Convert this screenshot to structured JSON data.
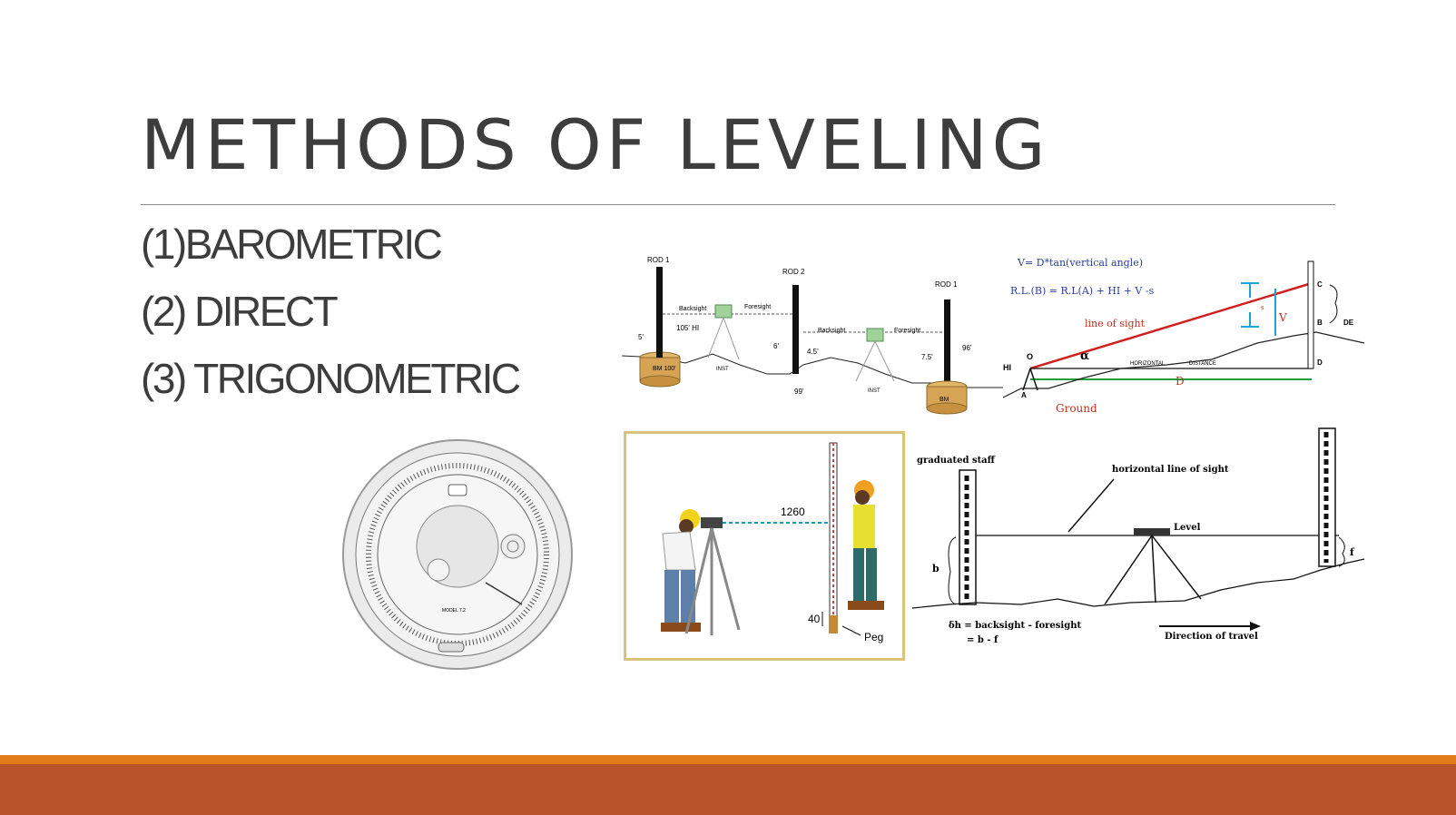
{
  "slide": {
    "title": "METHODS OF LEVELING",
    "bullets": [
      "(1)BAROMETRIC",
      "(2) DIRECT",
      "(3) TRIGONOMETRIC"
    ]
  },
  "figures": {
    "differential": {
      "rod1": "ROD 1",
      "rod2": "ROD 2",
      "rod3": "ROD 1",
      "backsight": "Backsight",
      "foresight": "Foresight",
      "hi": "105' HI",
      "inst": "INST",
      "m5": "5'",
      "m6": "6'",
      "m45": "4.5'",
      "m75": "7.5'",
      "m96": "96'",
      "m99": "99'",
      "bm100": "BM\n100'",
      "bm": "BM"
    },
    "trig": {
      "formula1": "V= D*tan(vertical angle)",
      "formula2": "R.L.(B) = R.L(A) + HI + V -s",
      "line_of_sight": "line of sight",
      "v": "V",
      "d": "D",
      "de": "DE",
      "hi": "HI",
      "a": "A",
      "o": "O",
      "c": "C",
      "b": "B",
      "dd": "D",
      "horizontal": "HORIZONTAL",
      "distance": "DISTANCE",
      "ground": "Ground",
      "alpha": "α",
      "s": "s"
    },
    "workers": {
      "reading": "1260",
      "peg_reading": "40",
      "peg": "Peg"
    },
    "staff": {
      "graduated_staff": "graduated staff",
      "hlos": "horizontal line of sight",
      "level": "Level",
      "b": "b",
      "f": "f",
      "formula1": "δh = backsight - foresight",
      "formula2": "= b - f",
      "direction": "Direction of travel"
    },
    "dial": {
      "model": "MODEL 7.2"
    }
  },
  "colors": {
    "title": "#3d3d3d",
    "rule": "#8a8a8a",
    "footer_orange": "#e07d1a",
    "footer_rust": "#b9542a",
    "sight_line": "#d02020",
    "formula": "#2a3f9a",
    "green": "#1fa03a",
    "cyan": "#1ca3d6"
  }
}
